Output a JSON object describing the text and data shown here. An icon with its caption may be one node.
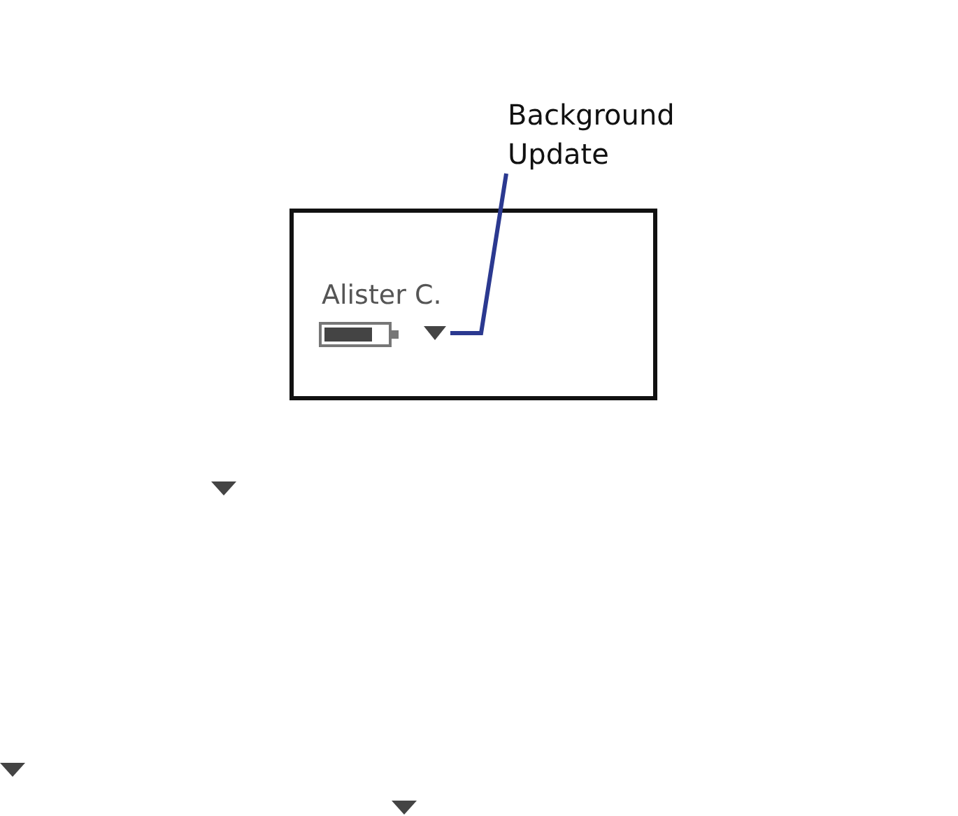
{
  "diagram": {
    "nodes": [
      {
        "text": [
          "Background Update"
        ]
      },
      {
        "text": [
          "Alister C."
        ]
      },
      {
        "text": [],
        "shape": "triangle",
        "in": 1
      }
    ],
    "edges": [
      {
        "from": 0,
        "to": 2,
        "arrow": "none"
      }
    ]
  }
}
